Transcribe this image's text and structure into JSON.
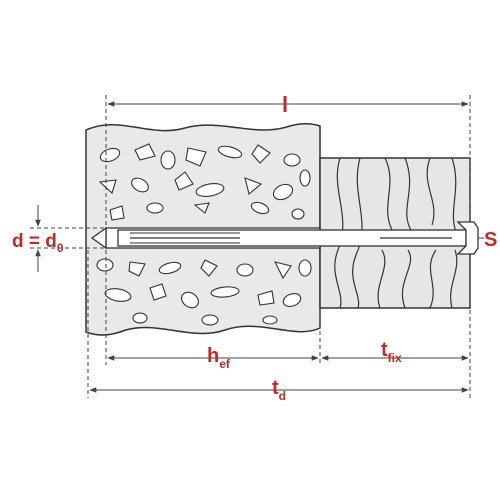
{
  "colors": {
    "accent": "#c62828",
    "outline": "#333333",
    "concrete_fill": "#e9e9e9",
    "wood_fill": "#e6e6e6",
    "dim_line": "#555555"
  },
  "labels": {
    "total_length": "l",
    "diameter_main": "d = d",
    "diameter_sub": "0",
    "screw_head": "S",
    "embed_main": "h",
    "embed_sub": "ef",
    "fix_main": "t",
    "fix_sub": "fix",
    "drill_main": "t",
    "drill_sub": "d"
  }
}
